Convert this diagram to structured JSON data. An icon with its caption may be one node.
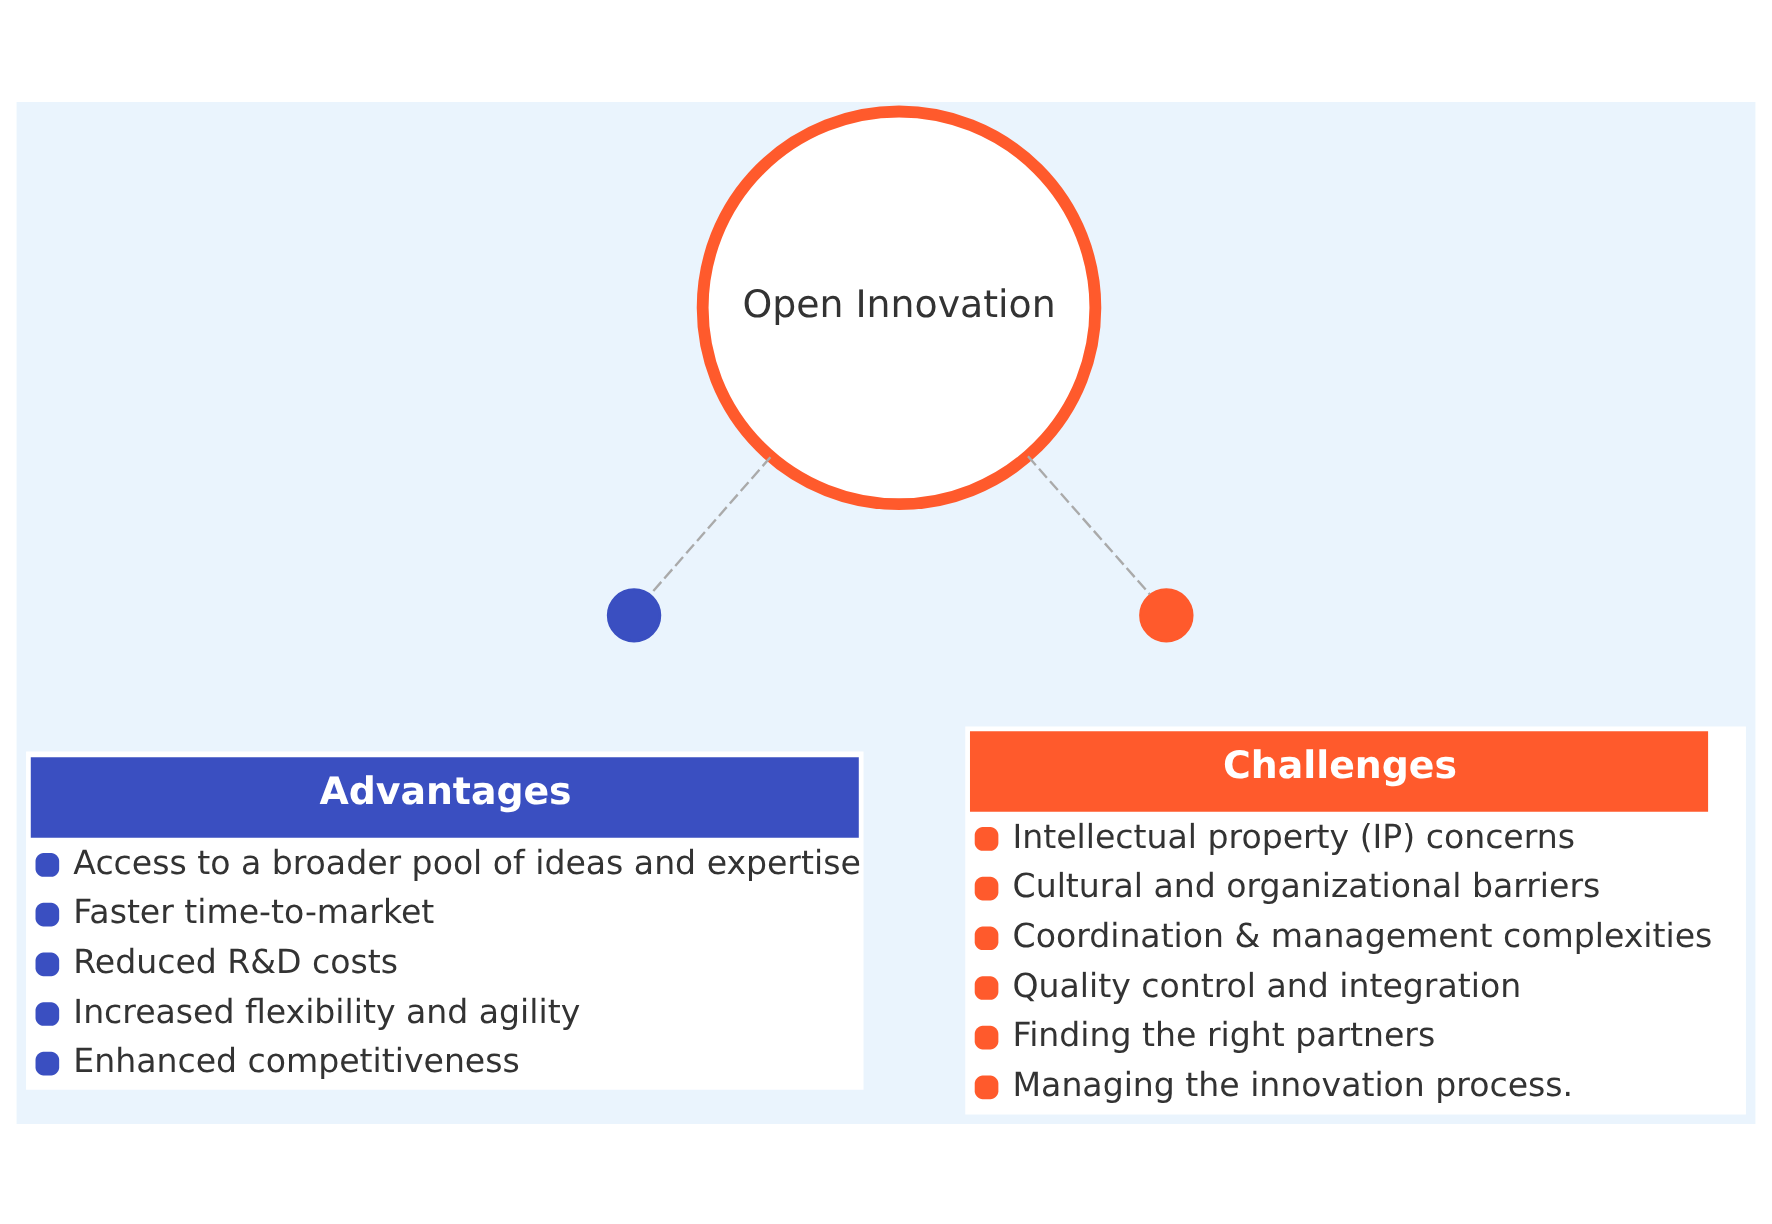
{
  "diagram": {
    "nodes": [
      {
        "text": [
          "Open Innovation"
        ]
      },
      {
        "text": [],
        "shape": "circle"
      },
      {
        "text": [],
        "shape": "circle"
      },
      {
        "text": [
          "Advantages",
          "Access to a broader pool of ideas and expertise",
          "Faster time-to-market",
          "Reduced R&D costs",
          "Increased flexibility and agility",
          "Enhanced competitiveness"
        ]
      },
      {
        "text": [
          "Challenges",
          "Intellectual property (IP) concerns",
          "Cultural and organizational barriers",
          "Coordination & management complexities",
          "Quality control and integration",
          "Finding the right partners",
          "Managing the innovation process."
        ]
      }
    ],
    "edges": [
      {
        "from": 0,
        "to": 1,
        "arrow": "none",
        "style": "dashed"
      },
      {
        "from": 0,
        "to": 2,
        "arrow": "none",
        "style": "dashed"
      }
    ]
  }
}
